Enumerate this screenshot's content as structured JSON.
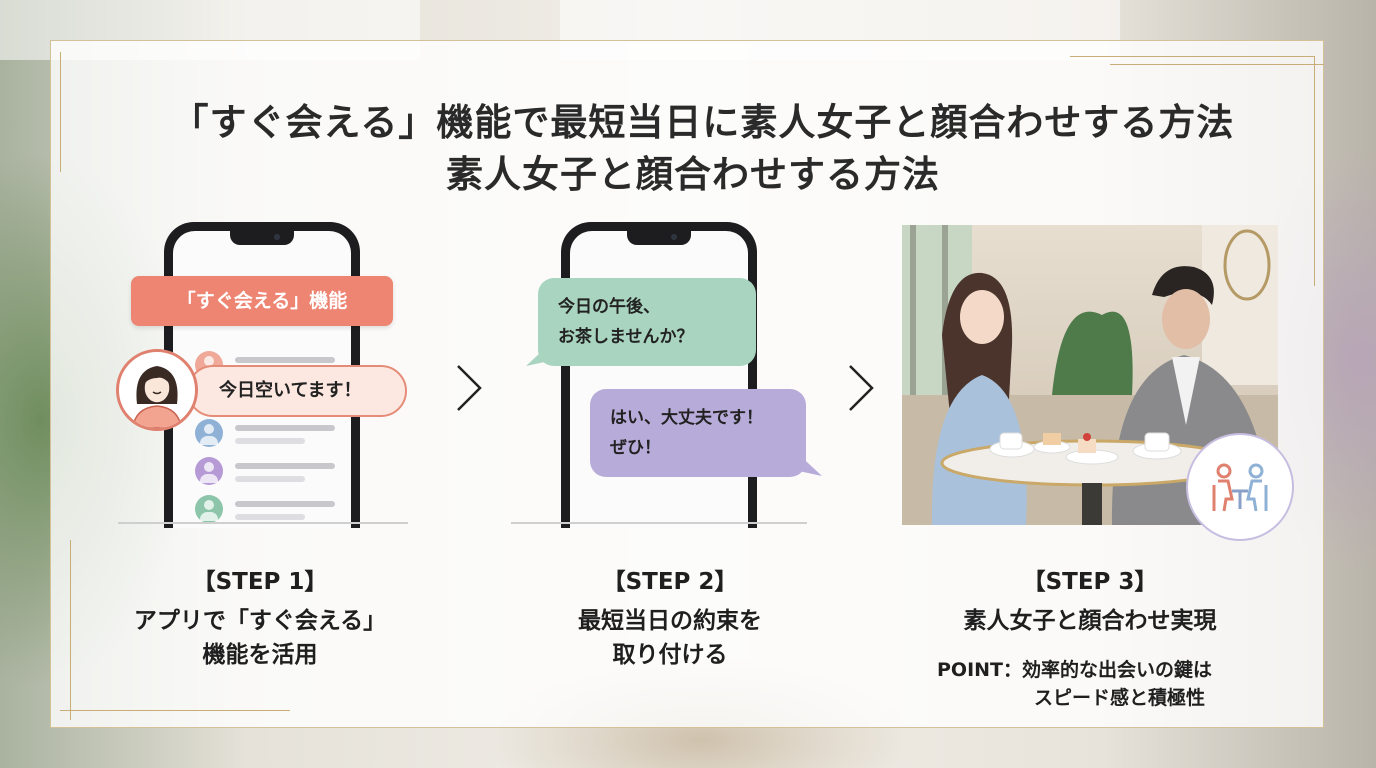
{
  "title": {
    "line1": "「すぐ会える」機能で最短当日に素人女子と顔合わせする方法",
    "line2": "素人女子と顔合わせする方法"
  },
  "step1": {
    "feature_tag": "「すぐ会える」機能",
    "message": "今日空いてます！",
    "label": "【STEP 1】",
    "desc_line1": "アプリで「すぐ会える」",
    "desc_line2": "機能を活用"
  },
  "step2": {
    "message1_line1": "今日の午後、",
    "message1_line2": "お茶しませんか？",
    "message2_line1": "はい、大丈夫です！",
    "message2_line2": "ぜひ！",
    "label": "【STEP 2】",
    "desc_line1": "最短当日の約束を",
    "desc_line2": "取り付ける"
  },
  "step3": {
    "label": "【STEP 3】",
    "desc": "素人女子と顔合わせ実現",
    "point_line1": "POINT：効率的な出会いの鍵は",
    "point_line2": "スピード感と積極性"
  },
  "colors": {
    "tag": "#ee8472",
    "bubble_green": "#a9d4c0",
    "bubble_purple": "#b7acd9",
    "gold": "#c9ad76"
  },
  "icons": {
    "arrow": "chevron-right-icon",
    "meeting": "meeting-icon"
  }
}
